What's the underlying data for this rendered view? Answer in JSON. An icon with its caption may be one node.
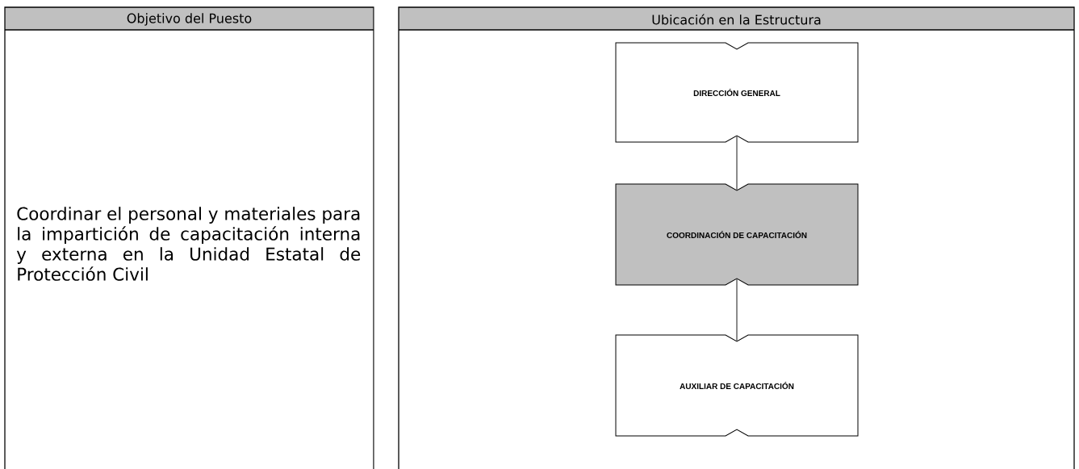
{
  "diagram": {
    "nodes": [
      {
        "text": [
          "Objetivo del Puesto",
          "Coordinar el personal y materiales para la impartición de capacitación interna y externa en la Unidad Estatal de Protección Civil"
        ]
      },
      {
        "text": [
          "Ubicación en la Estructura"
        ]
      },
      {
        "text": [
          "DIRECCIÓN GENERAL"
        ],
        "in": 1
      },
      {
        "text": [
          "COORDINACIÓN DE CAPACITACIÓN"
        ],
        "in": 1
      },
      {
        "text": [
          "AUXILIAR DE CAPACITACIÓN"
        ],
        "in": 1
      }
    ],
    "edges": [
      {
        "from": 2,
        "to": 3,
        "arrow": "none"
      },
      {
        "from": 3,
        "to": 4,
        "arrow": "none"
      }
    ]
  }
}
